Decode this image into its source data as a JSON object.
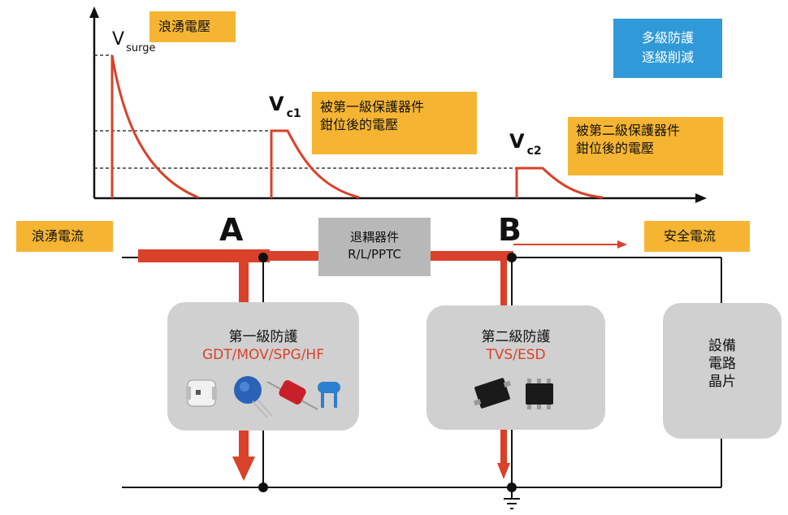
{
  "labels": {
    "surge_voltage": "浪湧電壓",
    "multi_stage": [
      "多級防護",
      "逐級削減"
    ],
    "clamp_stage1": [
      "被第一級保護器件",
      "鉗位後的電壓"
    ],
    "clamp_stage2": [
      "被第二級保護器件",
      "鉗位後的電壓"
    ],
    "surge_current": "浪湧電流",
    "safe_current": "安全電流",
    "point_a": "A",
    "point_b": "B",
    "v_surge_main": "V",
    "v_surge_sub": "surge",
    "vc1_main": "V",
    "vc1_sub": "c1",
    "vc2_main": "V",
    "vc2_sub": "c2",
    "decoupler": [
      "退耦器件",
      "R/L/PPTC"
    ]
  },
  "panels": {
    "stage1": {
      "title": "第一級防護",
      "parts": "GDT/MOV/SPG/HF"
    },
    "stage2": {
      "title": "第二級防護",
      "parts": "TVS/ESD"
    },
    "device": [
      "設備",
      "電路",
      "晶片"
    ]
  },
  "colors": {
    "accent_red": "#d9412a",
    "tag_orange": "#f5b533",
    "tag_blue": "#2f9ad7",
    "panel_gray": "#d0d0d0"
  }
}
